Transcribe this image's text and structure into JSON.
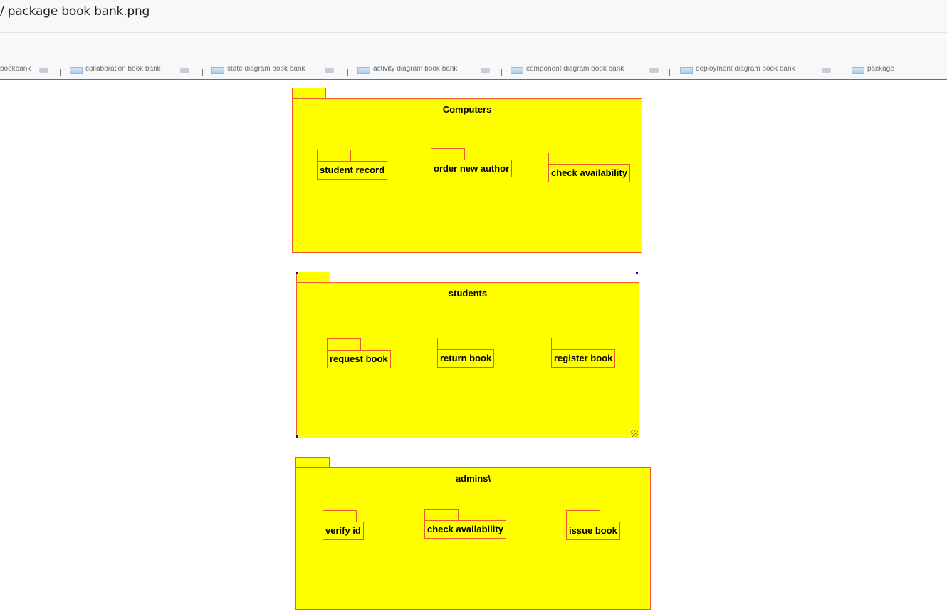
{
  "window": {
    "title": "/ package book bank.png"
  },
  "tabs": [
    {
      "label": "bookbank"
    },
    {
      "label": "collaboration book bank"
    },
    {
      "label": "state diagram book bank"
    },
    {
      "label": "activity diagram book bank"
    },
    {
      "label": "component diagram book bank"
    },
    {
      "label": "deployment diagram book bank"
    },
    {
      "label": "package"
    }
  ],
  "diagram": {
    "packages": [
      {
        "name": "Computers",
        "subpackages": [
          "student record",
          "order new author",
          "check availability"
        ]
      },
      {
        "name": "students",
        "subpackages": [
          "request book",
          "return book",
          "register book"
        ]
      },
      {
        "name": "admins\\",
        "subpackages": [
          "verify id",
          "check availability",
          "issue book"
        ]
      }
    ]
  },
  "colors": {
    "package_fill": "#ffff00",
    "package_border": "#f05a28",
    "selection_handle": "#0000ff"
  }
}
